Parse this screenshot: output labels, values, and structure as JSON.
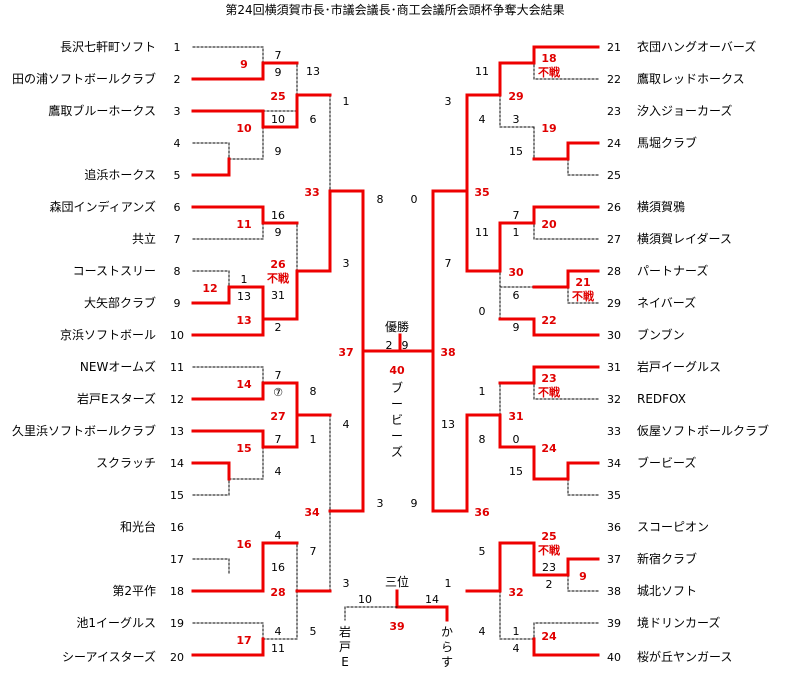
{
  "title": "第24回横須賀市長･市議会議長･商工会議所会頭杯争奪大会結果",
  "colors": {
    "win": "#ee0000",
    "lose": "#000000"
  },
  "final": {
    "label": "優勝",
    "champion": "ブービーズ"
  },
  "third": {
    "label": "三位",
    "left": "岩戸E",
    "right": "からす"
  },
  "forfeit": "不戦",
  "circled7": "⑦",
  "teams": [
    {
      "seed": "1",
      "name": "長沢七軒町ソフト"
    },
    {
      "seed": "2",
      "name": "田の浦ソフトボールクラブ"
    },
    {
      "seed": "3",
      "name": "鷹取ブルーホークス"
    },
    {
      "seed": "4",
      "name": ""
    },
    {
      "seed": "5",
      "name": "追浜ホークス"
    },
    {
      "seed": "6",
      "name": "森団インディアンズ"
    },
    {
      "seed": "7",
      "name": "共立"
    },
    {
      "seed": "8",
      "name": "コーストスリー"
    },
    {
      "seed": "9",
      "name": "大矢部クラブ"
    },
    {
      "seed": "10",
      "name": "京浜ソフトボール"
    },
    {
      "seed": "11",
      "name": "NEWオームズ"
    },
    {
      "seed": "12",
      "name": "岩戸Eスターズ"
    },
    {
      "seed": "13",
      "name": "久里浜ソフトボールクラブ"
    },
    {
      "seed": "14",
      "name": "スクラッチ"
    },
    {
      "seed": "15",
      "name": ""
    },
    {
      "seed": "16",
      "name": "和光台"
    },
    {
      "seed": "17",
      "name": ""
    },
    {
      "seed": "18",
      "name": "第2平作"
    },
    {
      "seed": "19",
      "name": "池1イーグルス"
    },
    {
      "seed": "20",
      "name": "シーアイスターズ"
    },
    {
      "seed": "21",
      "name": "衣団ハングオーバーズ"
    },
    {
      "seed": "22",
      "name": "鷹取レッドホークス"
    },
    {
      "seed": "23",
      "name": "汐入ジョーカーズ"
    },
    {
      "seed": "24",
      "name": "馬堀クラブ"
    },
    {
      "seed": "25",
      "name": ""
    },
    {
      "seed": "26",
      "name": "横須賀鴉"
    },
    {
      "seed": "27",
      "name": "横須賀レイダース"
    },
    {
      "seed": "28",
      "name": "パートナーズ"
    },
    {
      "seed": "29",
      "name": "ネイバーズ"
    },
    {
      "seed": "30",
      "name": "ブンブン"
    },
    {
      "seed": "31",
      "name": "岩戸イーグルス"
    },
    {
      "seed": "32",
      "name": "REDFOX"
    },
    {
      "seed": "33",
      "name": "仮屋ソフトボールクラブ"
    },
    {
      "seed": "34",
      "name": "ブービーズ"
    },
    {
      "seed": "35",
      "name": ""
    },
    {
      "seed": "36",
      "name": "スコーピオン"
    },
    {
      "seed": "37",
      "name": "新宿クラブ"
    },
    {
      "seed": "38",
      "name": "城北ソフト"
    },
    {
      "seed": "39",
      "name": "境ドリンカーズ"
    },
    {
      "seed": "40",
      "name": "桜が丘ヤンガース"
    }
  ],
  "game_numbers": [
    "9",
    "10",
    "11",
    "12",
    "13",
    "14",
    "15",
    "16",
    "17",
    "18",
    "19",
    "20",
    "21",
    "22",
    "23",
    "24",
    "25",
    "26",
    "27",
    "28",
    "29",
    "30",
    "31",
    "32",
    "33",
    "34",
    "35",
    "36",
    "37",
    "38",
    "39",
    "40"
  ],
  "scores": [
    "7",
    "9",
    "13",
    "10",
    "6",
    "9",
    "1",
    "16",
    "9",
    "3",
    "1",
    "13",
    "31",
    "2",
    "7",
    "8",
    "7",
    "4",
    "1",
    "4",
    "7",
    "16",
    "3",
    "4",
    "11",
    "5",
    "8",
    "0",
    "3",
    "9",
    "11",
    "4",
    "15",
    "3",
    "1",
    "7",
    "11",
    "0",
    "9",
    "6",
    "7",
    "2",
    "3",
    "1",
    "8",
    "0",
    "13",
    "15",
    "5",
    "23",
    "2",
    "4",
    "1",
    "14",
    "10",
    "4"
  ]
}
